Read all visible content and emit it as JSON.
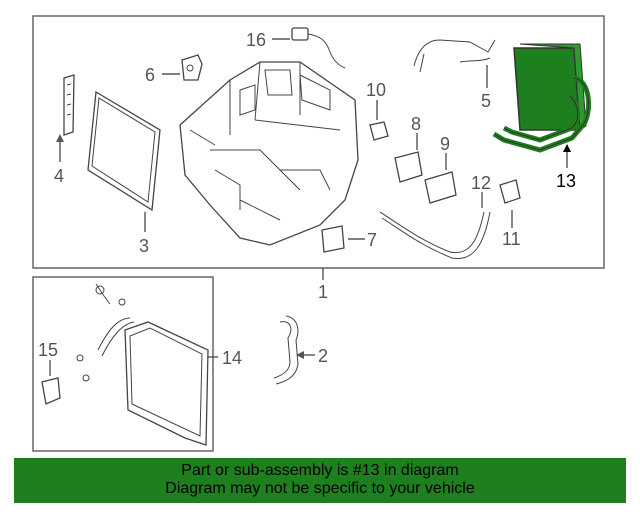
{
  "diagram": {
    "callouts": {
      "c1": "1",
      "c2": "2",
      "c3": "3",
      "c4": "4",
      "c5": "5",
      "c6": "6",
      "c7": "7",
      "c8": "8",
      "c9": "9",
      "c10": "10",
      "c11": "11",
      "c12": "12",
      "c13": "13",
      "c14": "14",
      "c15": "15",
      "c16": "16"
    },
    "highlighted_part": "13",
    "highlight_color": "#1d7f1d"
  },
  "banner": {
    "line1": "Part or sub-assembly is #13 in diagram",
    "line2": "Diagram may not be specific to your vehicle",
    "color": "#1d7f1d"
  }
}
